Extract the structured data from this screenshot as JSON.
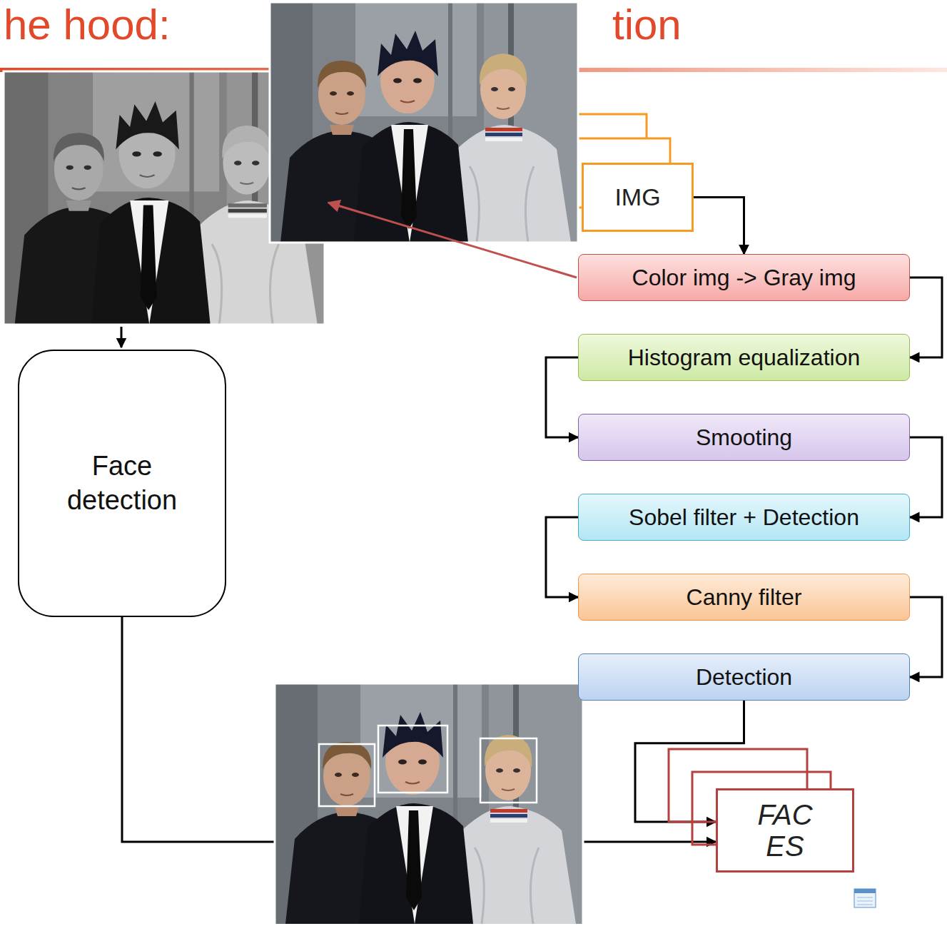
{
  "diagram": {
    "title": "he hood:",
    "nodes": [
      {
        "text": [
          "IMG"
        ]
      },
      {
        "text": [
          "Color img -> Gray img"
        ]
      },
      {
        "text": [
          "Histogram equalization"
        ]
      },
      {
        "text": [
          "Smooting"
        ]
      },
      {
        "text": [
          "Sobel filter + Detection"
        ]
      },
      {
        "text": [
          "Canny filter"
        ]
      },
      {
        "text": [
          "Detection"
        ]
      },
      {
        "text": [
          "Face detection"
        ]
      },
      {
        "text": [
          "FACES"
        ]
      }
    ],
    "edges": [
      {
        "from": 0,
        "to": 1,
        "arrow": "to"
      },
      {
        "from": 1,
        "to": 2,
        "arrow": "to"
      },
      {
        "from": 2,
        "to": 3,
        "arrow": "to"
      },
      {
        "from": 3,
        "to": 4,
        "arrow": "to"
      },
      {
        "from": 4,
        "to": 5,
        "arrow": "to"
      },
      {
        "from": 5,
        "to": 6,
        "arrow": "to"
      },
      {
        "from": 6,
        "to": 8,
        "arrow": "to"
      },
      {
        "from": 7,
        "to": 8,
        "arrow": "to"
      }
    ],
    "labels": [
      "tion"
    ]
  }
}
